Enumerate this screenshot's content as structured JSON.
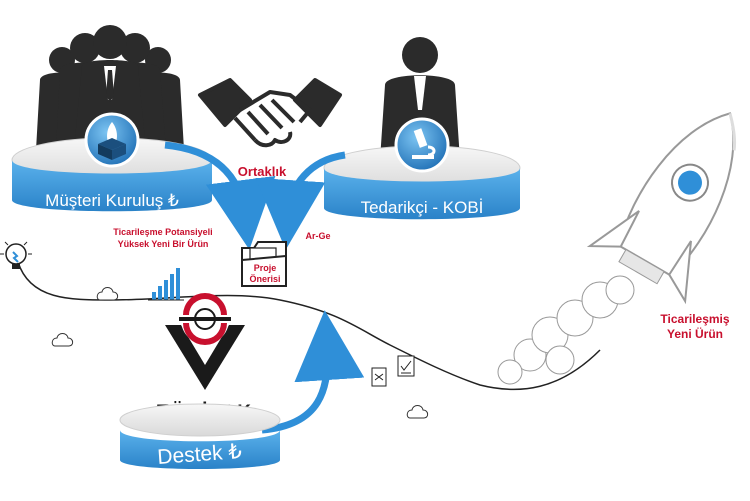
{
  "labels": {
    "partnership": "Ortaklık",
    "customer_platform": "Müşteri Kuruluş ₺",
    "supplier_platform": "Tedarikçi - KOBİ",
    "commercial_potential_line1": "Ticarileşme Potansiyeli",
    "commercial_potential_line2": "Yüksek Yeni Bir Ürün",
    "rnd": "Ar-Ge",
    "proposal_line1": "Proje",
    "proposal_line2": "Önerisi",
    "tubitak": "TÜBİTAK",
    "support_platform": "Destek ₺",
    "commercialized_line1": "Ticarileşmiş",
    "commercialized_line2": "Yeni Ürün"
  },
  "colors": {
    "accent_blue": "#2f8fd8",
    "platform_blue": "#3a9ad9",
    "red_text": "#c8102e",
    "dark_figure": "#2b2b2b",
    "line_dark": "#222222"
  },
  "icons": [
    "business-group-icon",
    "businessman-icon",
    "handshake-icon",
    "rocket-box-icon",
    "microscope-icon",
    "folder-icon",
    "lightbulb-icon",
    "bar-chart-icon",
    "tubitak-logo-icon",
    "rocket-icon",
    "cloud-icon",
    "document-check-icon"
  ]
}
